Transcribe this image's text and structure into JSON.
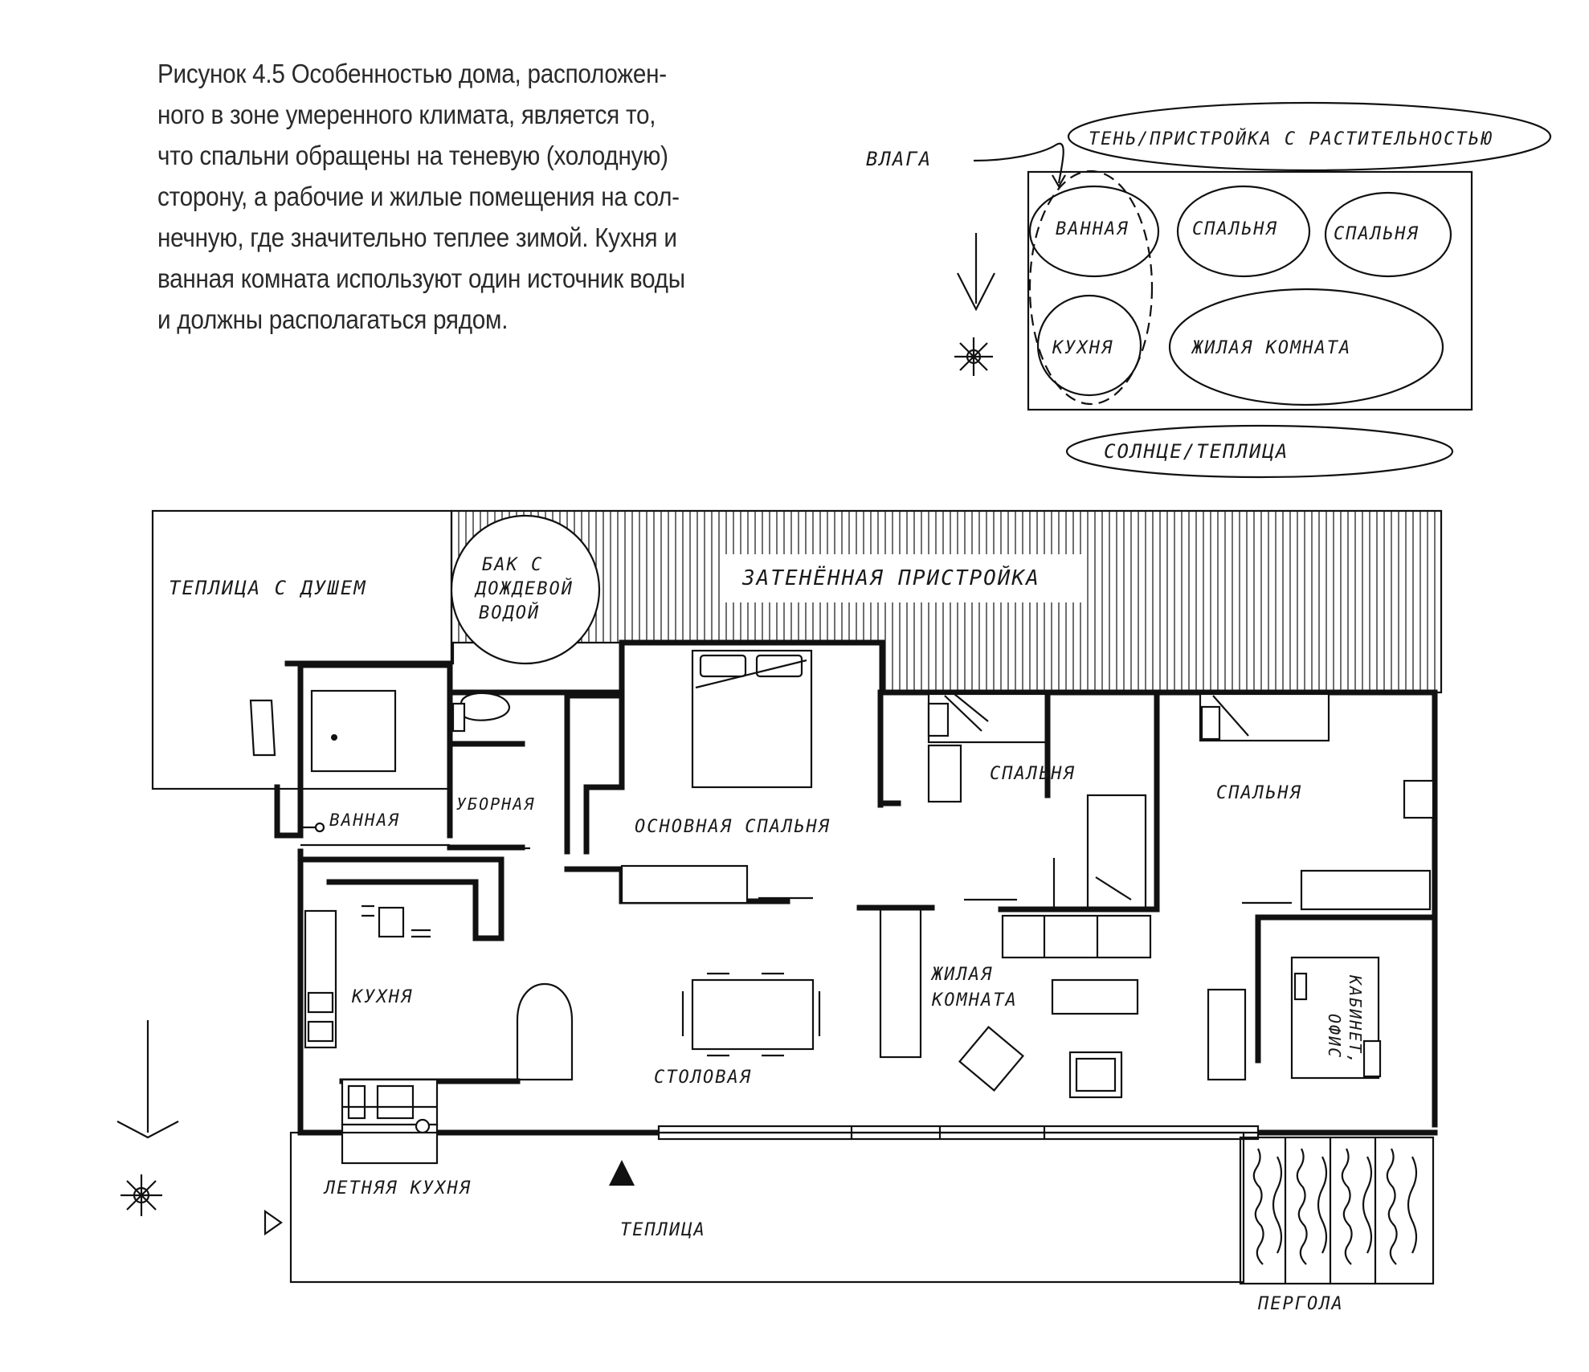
{
  "caption": {
    "lines": [
      "Рисунок 4.5  Особенностью дома, расположен-",
      "ного в зоне умеренного климата, является то,",
      "что спальни обращены на теневую (холодную)",
      "сторону, а рабочие и жилые помещения на сол-",
      "нечную, где значительно теплее зимой. Кухня и",
      "ванная комната используют один источник воды",
      "и должны располагаться рядом."
    ]
  },
  "zoning_diagram": {
    "top_label": "ТЕНЬ/ПРИСТРОЙКА С РАСТИТЕЛЬНОСТЬЮ",
    "moisture_label": "ВЛАГА",
    "bottom_label": "СОЛНЦЕ/ТЕПЛИЦА",
    "zones": {
      "bath": "ВАННАЯ",
      "bedroom1": "СПАЛЬНЯ",
      "bedroom2": "СПАЛЬНЯ",
      "kitchen": "КУХНЯ",
      "living": "ЖИЛАЯ КОМНАТА"
    }
  },
  "floor_plan": {
    "greenhouse_shower": "ТЕПЛИЦА С ДУШЕМ",
    "rain_tank": [
      "БАК С",
      "ДОЖДЕВОЙ",
      "ВОДОЙ"
    ],
    "shaded_annex": "ЗАТЕНЁННАЯ ПРИСТРОЙКА",
    "bathroom": "ВАННАЯ",
    "toilet": "УБОРНАЯ",
    "master_bedroom": "ОСНОВНАЯ СПАЛЬНЯ",
    "bedroom_a": "СПАЛЬНЯ",
    "bedroom_b": "СПАЛЬНЯ",
    "kitchen": "КУХНЯ",
    "dining": "СТОЛОВАЯ",
    "living": [
      "ЖИЛАЯ",
      "КОМНАТА"
    ],
    "office": [
      "КАБИНЕТ,",
      "ОФИС"
    ],
    "summer_kitchen": "ЛЕТНЯЯ КУХНЯ",
    "greenhouse": "ТЕПЛИЦА",
    "pergola": "ПЕРГОЛА"
  }
}
